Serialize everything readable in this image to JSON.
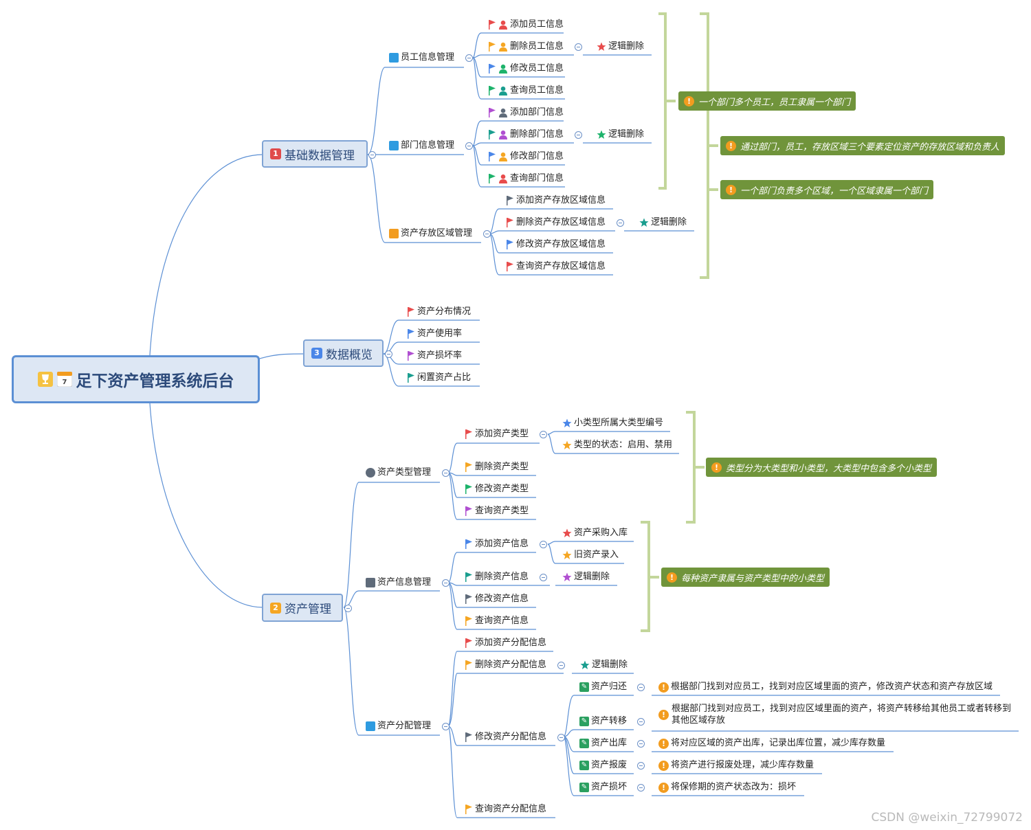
{
  "root": {
    "title": "足下资产管理系统后台",
    "trophy_icon": "trophy-icon",
    "calendar_icon": "calendar-icon",
    "calendar_day": "7"
  },
  "branches": {
    "b1": {
      "num": "1",
      "label": "基础数据管理"
    },
    "b2": {
      "num": "2",
      "label": "资产管理"
    },
    "b3": {
      "num": "3",
      "label": "数据概览"
    }
  },
  "sub": {
    "emp": "员工信息管理",
    "dept": "部门信息管理",
    "area": "资产存放区域管理",
    "type": "资产类型管理",
    "info": "资产信息管理",
    "alloc": "资产分配管理"
  },
  "leaves": {
    "emp_add": "添加员工信息",
    "emp_del": "删除员工信息",
    "emp_mod": "修改员工信息",
    "emp_query": "查询员工信息",
    "dept_add": "添加部门信息",
    "dept_del": "删除部门信息",
    "dept_mod": "修改部门信息",
    "dept_query": "查询部门信息",
    "area_add": "添加资产存放区域信息",
    "area_del": "删除资产存放区域信息",
    "area_mod": "修改资产存放区域信息",
    "area_query": "查询资产存放区域信息",
    "ov_dist": "资产分布情况",
    "ov_usage": "资产使用率",
    "ov_damage": "资产损坏率",
    "ov_idle": "闲置资产占比",
    "type_add": "添加资产类型",
    "type_del": "删除资产类型",
    "type_mod": "修改资产类型",
    "type_query": "查询资产类型",
    "info_add": "添加资产信息",
    "info_del": "删除资产信息",
    "info_mod": "修改资产信息",
    "info_query": "查询资产信息",
    "alloc_add": "添加资产分配信息",
    "alloc_del": "删除资产分配信息",
    "alloc_mod": "修改资产分配信息",
    "alloc_query": "查询资产分配信息"
  },
  "details": {
    "logic_delete": "逻辑删除",
    "type_sub1": "小类型所属大类型编号",
    "type_sub2": "类型的状态：启用、禁用",
    "info_sub1": "资产采购入库",
    "info_sub2": "旧资产录入",
    "act_return": "资产归还",
    "act_transfer": "资产转移",
    "act_out": "资产出库",
    "act_scrap": "资产报废",
    "act_damage": "资产损坏",
    "desc_return": "根据部门找到对应员工，找到对应区域里面的资产，修改资产状态和资产存放区域",
    "desc_transfer_1": "根据部门找到对应员工，找到对应区域里面的资产，将资产转移给其他员工或者转移到",
    "desc_transfer_2": "其他区域存放",
    "desc_out": "将对应区域的资产出库，记录出库位置，减少库存数量",
    "desc_scrap": "将资产进行报废处理，减少库存数量",
    "desc_damage": "将保修期的资产状态改为：损坏"
  },
  "notes": {
    "n1": "一个部门多个员工，员工隶属一个部门",
    "n2": "通过部门，员工，存放区域三个要素定位资产的存放区域和负责人",
    "n3": "一个部门负责多个区域，一个区域隶属一个部门",
    "n4": "类型分为大类型和小类型，大类型中包含多个小类型",
    "n5": "每种资产隶属与资产类型中的小类型"
  },
  "colors": {
    "edge": "#5b8fd4",
    "note_bg": "#70943b",
    "bracket": "#c3d69b",
    "flag_red": "#e84c4c",
    "flag_orange": "#f5a623",
    "flag_blue": "#4a86e8",
    "flag_green": "#1db36b",
    "flag_purple": "#b04fd1",
    "flag_teal": "#1a9e8f",
    "flag_gray": "#5f6b7a"
  },
  "watermark": "CSDN @weixin_72799072"
}
